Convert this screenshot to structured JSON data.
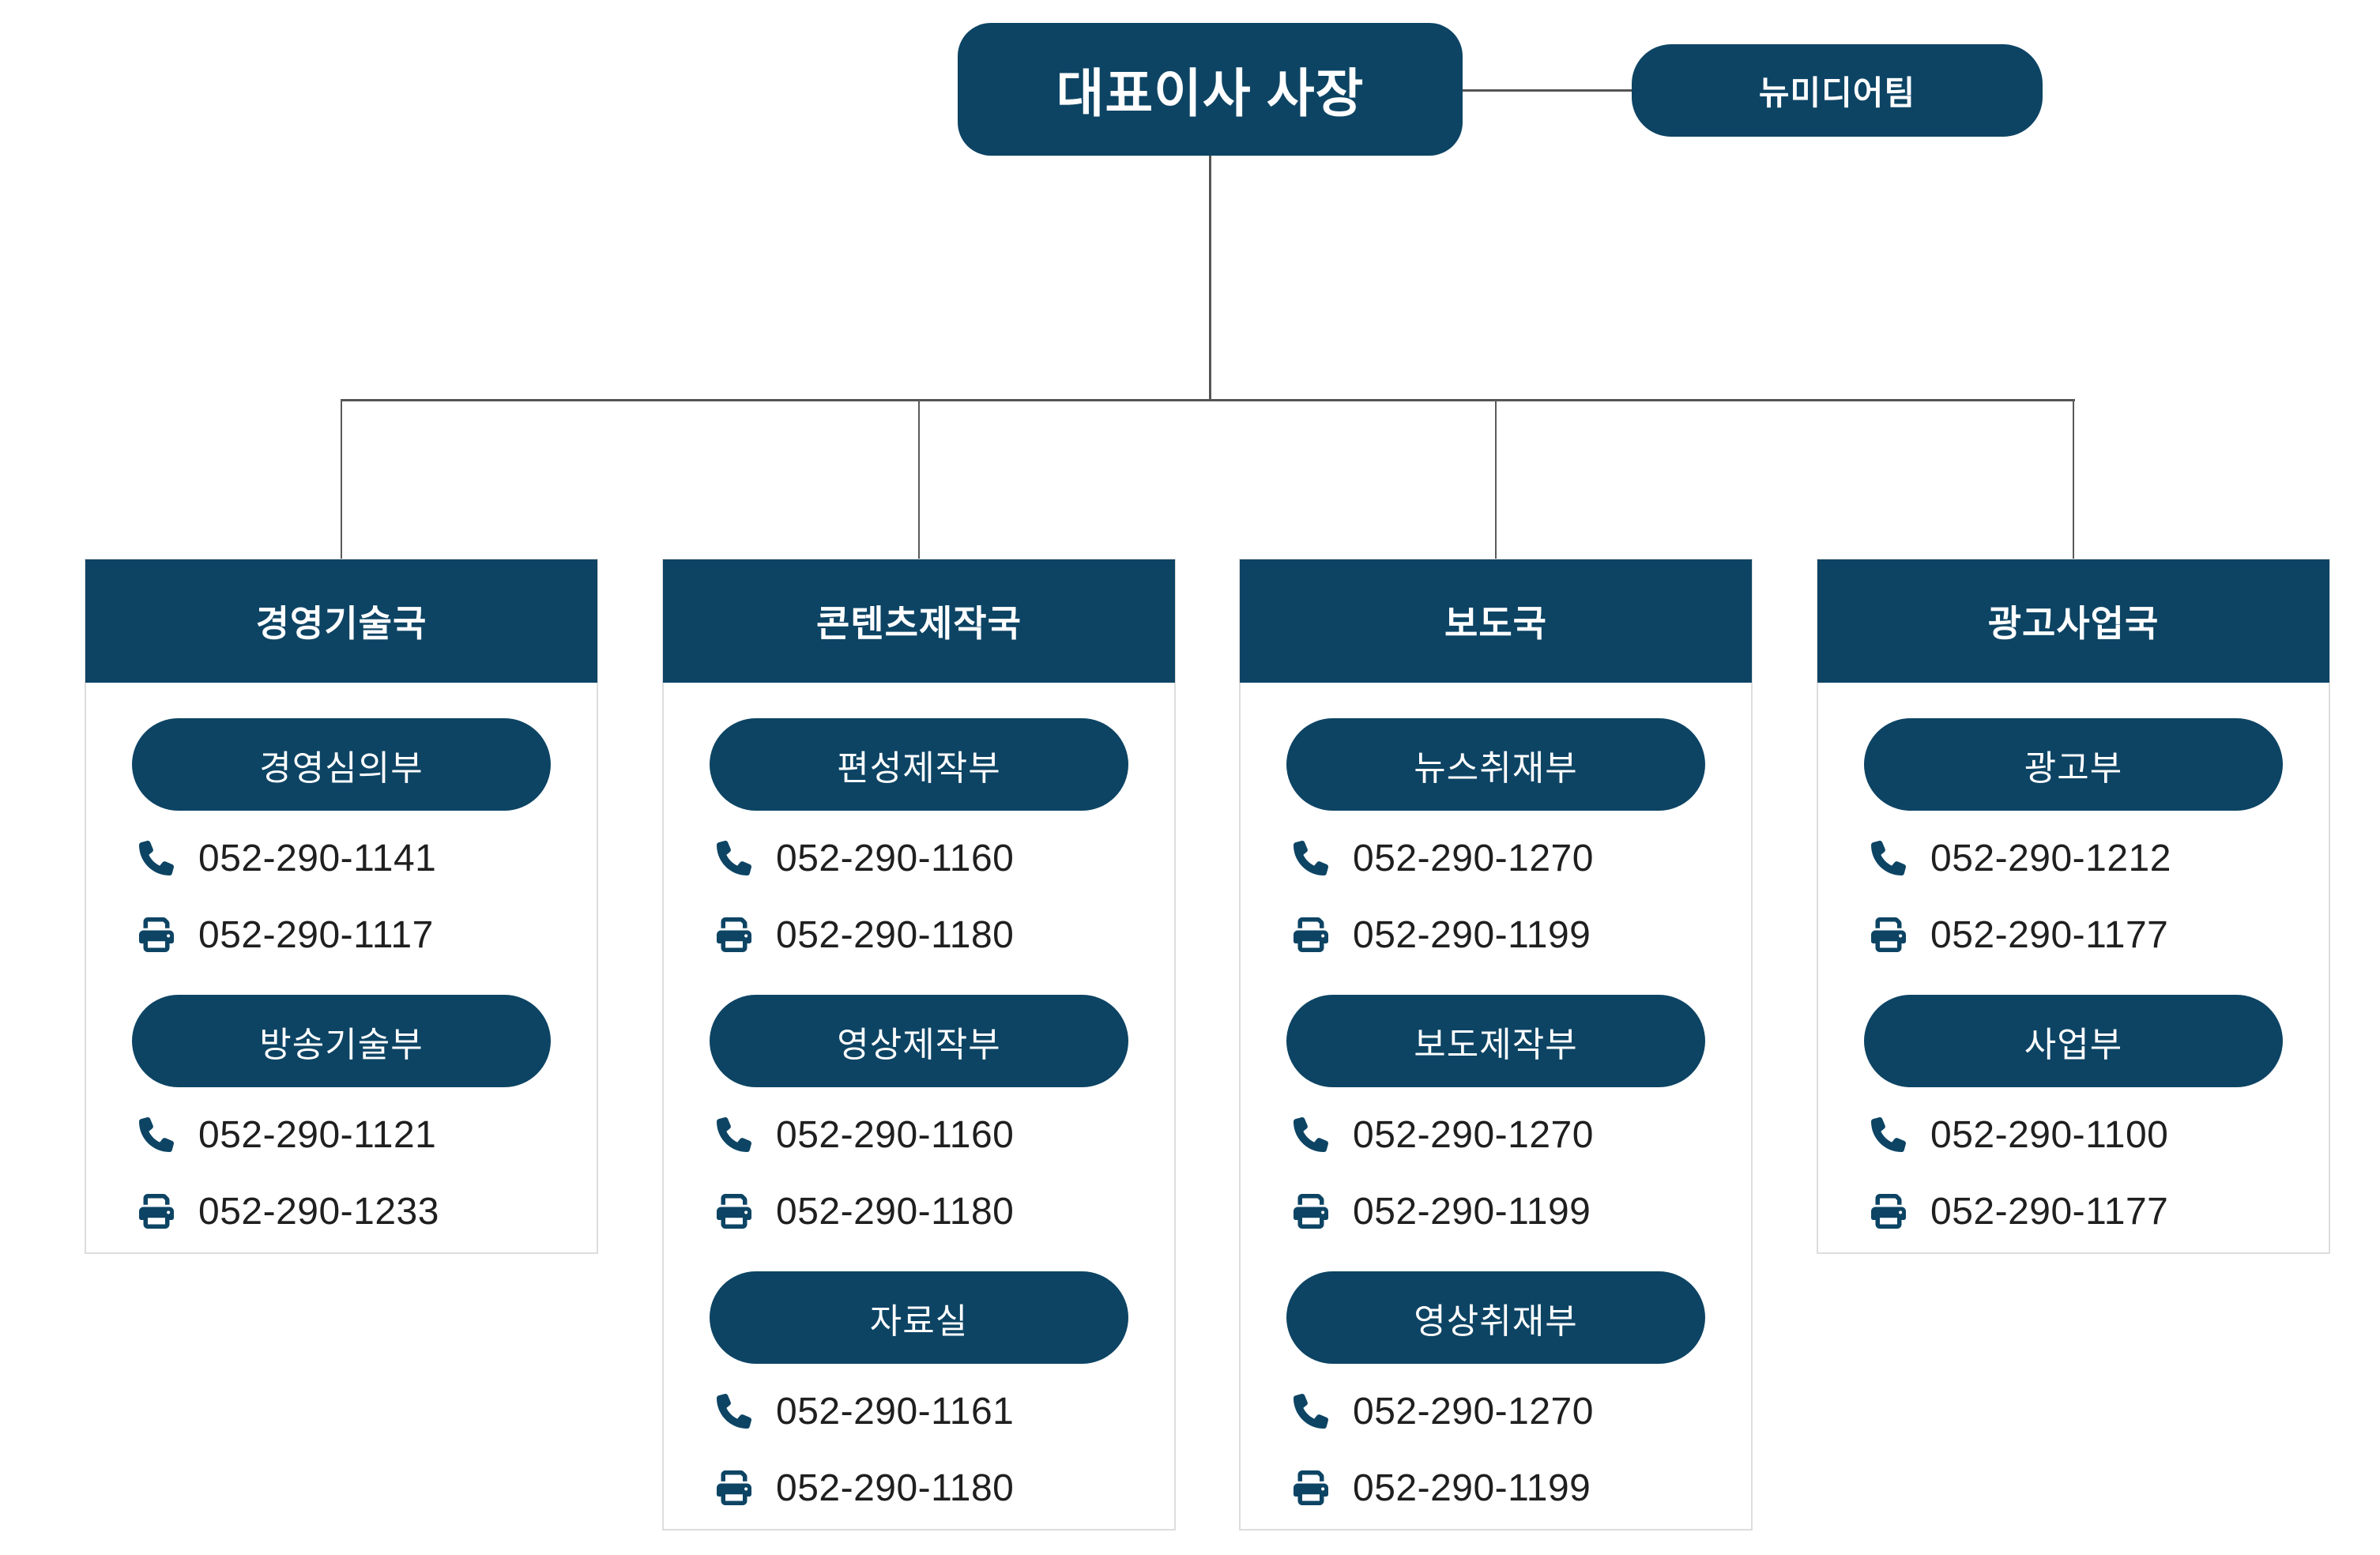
{
  "org": {
    "root": {
      "label": "대표이사 사장"
    },
    "staff": {
      "label": "뉴미디어팀"
    },
    "departments": [
      {
        "name": "경영기술국",
        "teams": [
          {
            "name": "경영심의부",
            "phone": "052-290-1141",
            "fax": "052-290-1117"
          },
          {
            "name": "방송기술부",
            "phone": "052-290-1121",
            "fax": "052-290-1233"
          }
        ]
      },
      {
        "name": "콘텐츠제작국",
        "teams": [
          {
            "name": "편성제작부",
            "phone": "052-290-1160",
            "fax": "052-290-1180"
          },
          {
            "name": "영상제작부",
            "phone": "052-290-1160",
            "fax": "052-290-1180"
          },
          {
            "name": "자료실",
            "phone": "052-290-1161",
            "fax": "052-290-1180"
          }
        ]
      },
      {
        "name": "보도국",
        "teams": [
          {
            "name": "뉴스취재부",
            "phone": "052-290-1270",
            "fax": "052-290-1199"
          },
          {
            "name": "보도제작부",
            "phone": "052-290-1270",
            "fax": "052-290-1199"
          },
          {
            "name": "영상취재부",
            "phone": "052-290-1270",
            "fax": "052-290-1199"
          }
        ]
      },
      {
        "name": "광고사업국",
        "teams": [
          {
            "name": "광고부",
            "phone": "052-290-1212",
            "fax": "052-290-1177"
          },
          {
            "name": "사업부",
            "phone": "052-290-1100",
            "fax": "052-290-1177"
          }
        ]
      }
    ],
    "icons": {
      "phone": "phone-icon",
      "fax": "fax-printer-icon"
    },
    "colors": {
      "navy": "#0d4464",
      "connector_line": "#555555",
      "card_border": "#dddddd",
      "number_text": "#1f1f1f"
    }
  }
}
